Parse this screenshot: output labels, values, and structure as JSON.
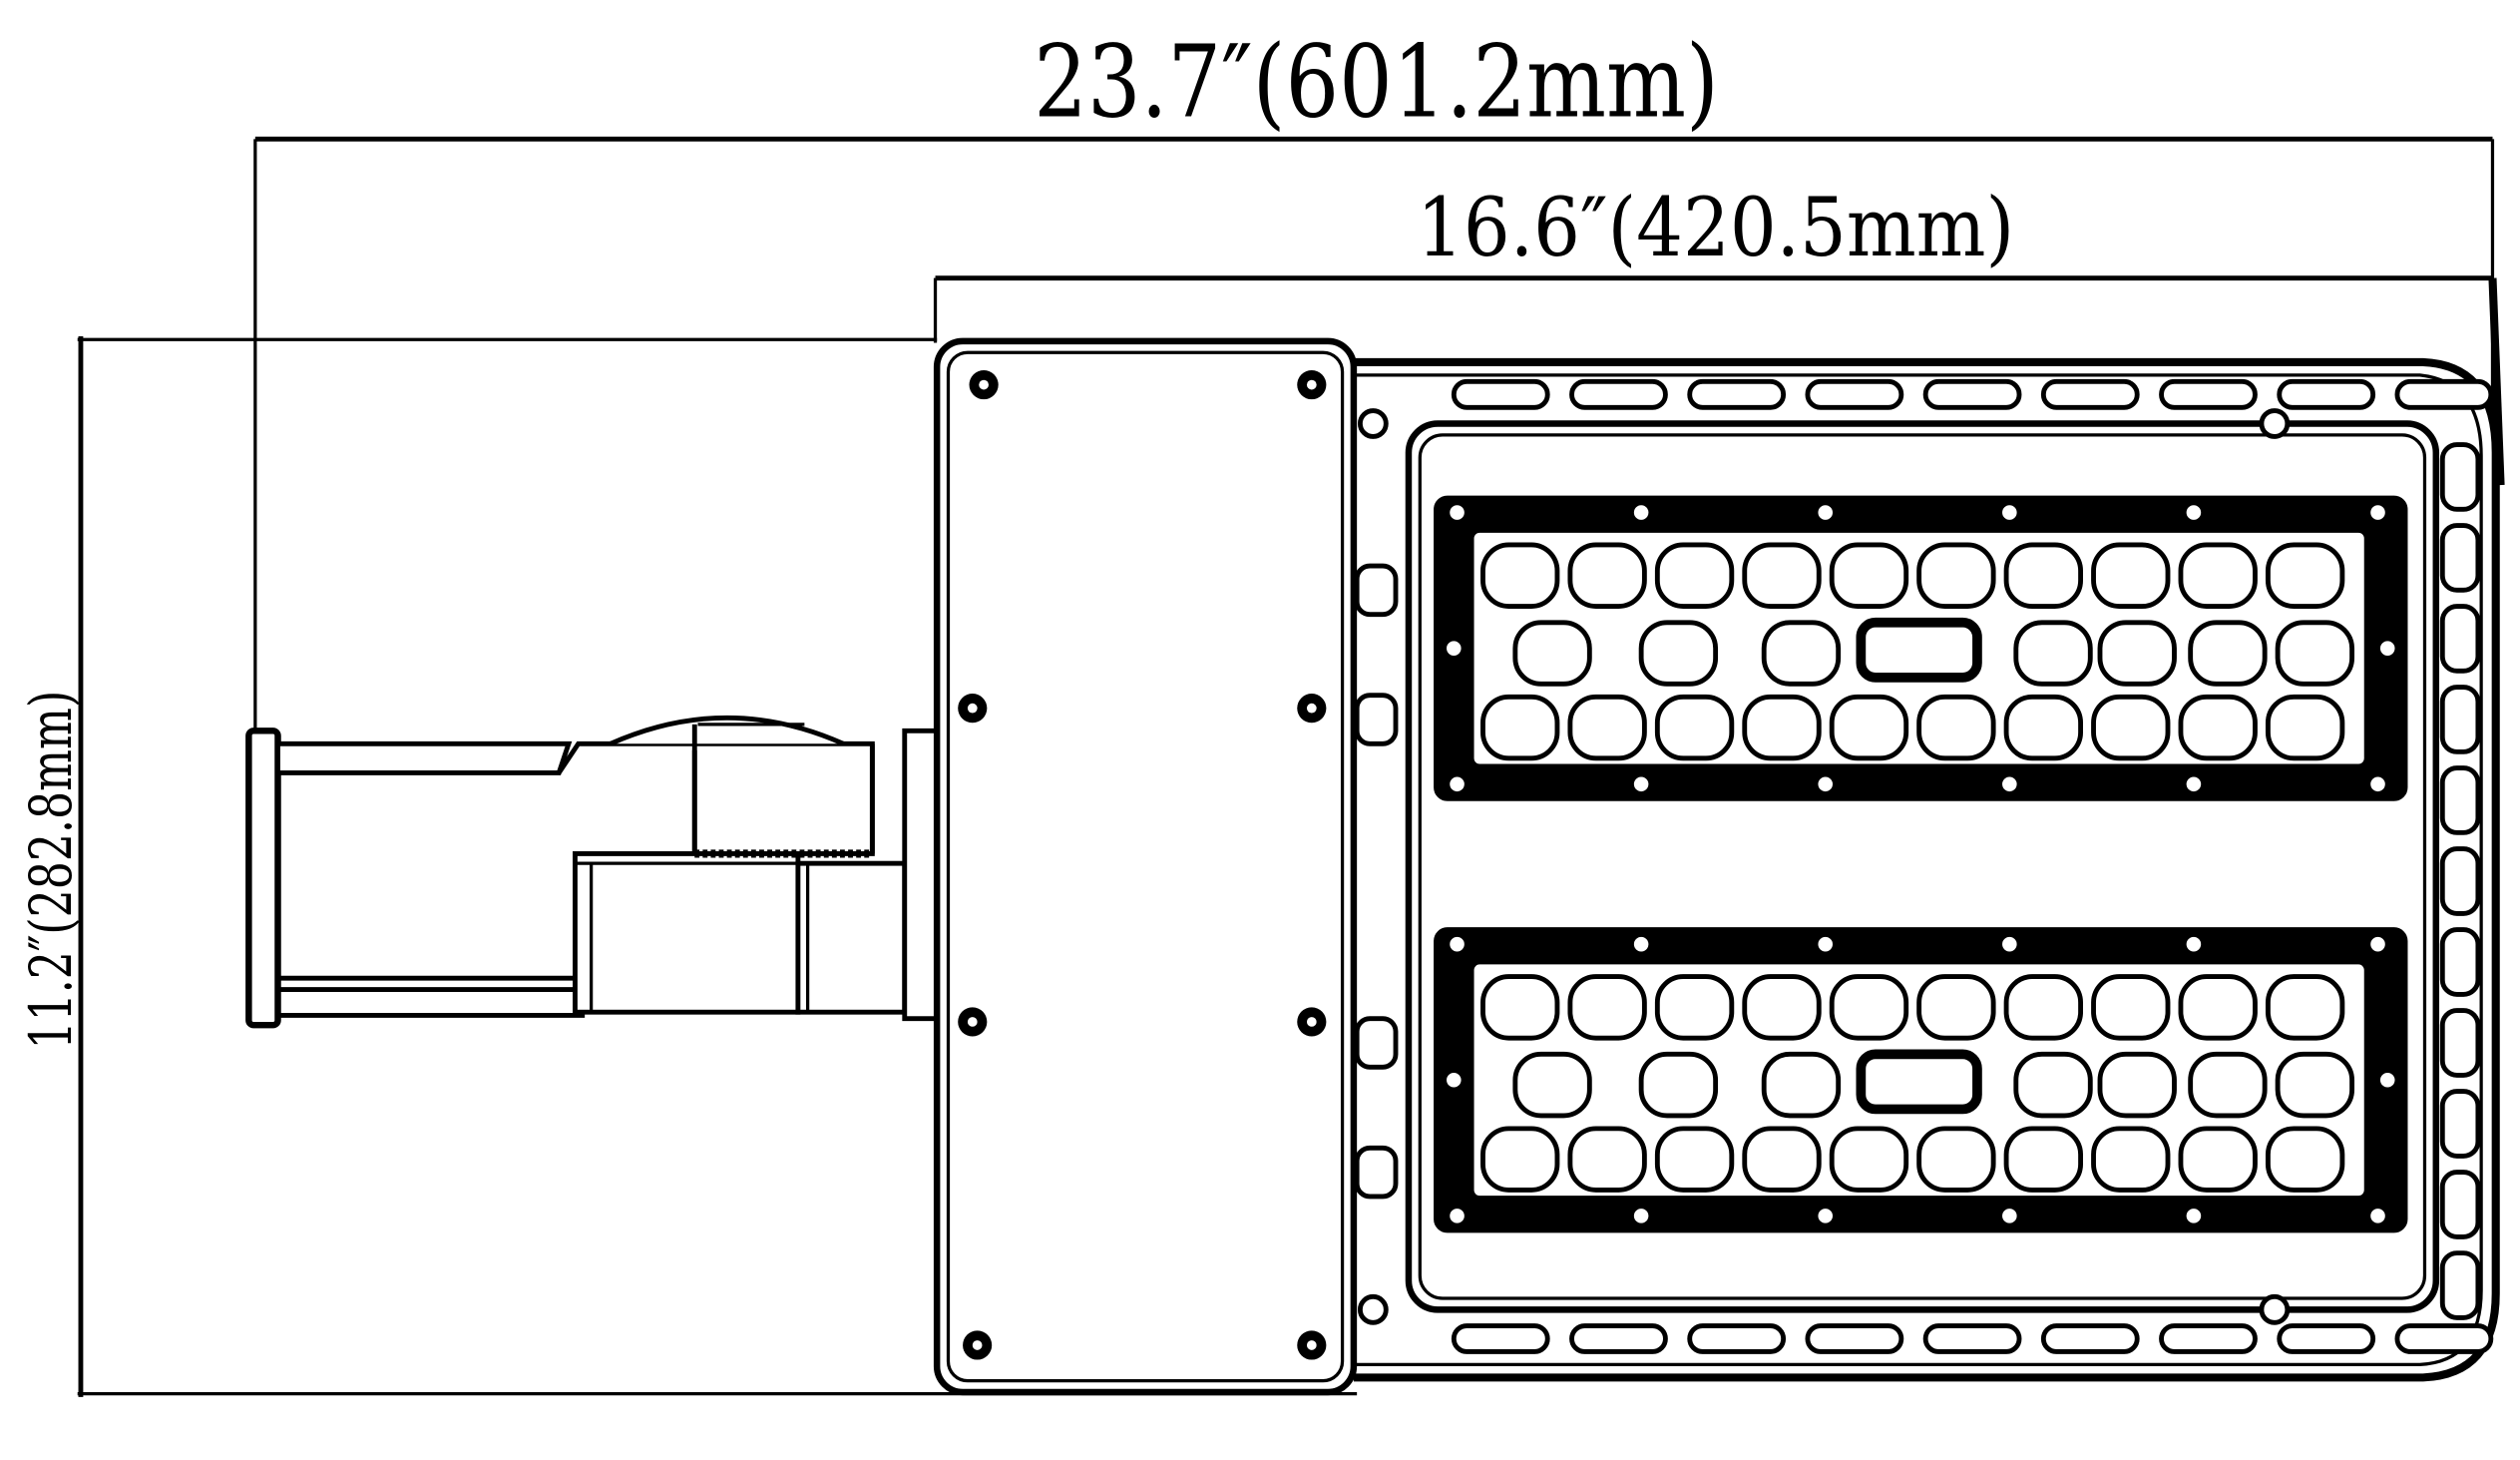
{
  "dimensions": {
    "overall_length": "23.7″(601.2mm)",
    "housing_length": "16.6″(420.5mm)",
    "height": "11.2″(282.8mm)"
  },
  "colors": {
    "line": "#000000",
    "background": "#ffffff",
    "marker": "#ff0000"
  }
}
